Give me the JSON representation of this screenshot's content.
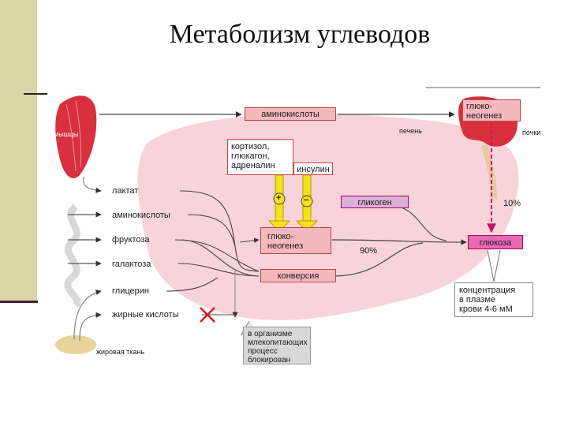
{
  "title": "Метаболизм углеводов",
  "organs": {
    "muscle": "мышцы",
    "liver": "печень",
    "kidneys": "почки",
    "adipose": "жировая ткань"
  },
  "boxes": {
    "amino_top": "аминокислоты",
    "gluconeo_kidney": "глюко-\nнеогенез",
    "hormones": "кортизол,\nглюкагон,\nадреналин",
    "insulin": "инсулин",
    "glycogen": "гликоген",
    "gluconeo_center": "глюко-\nнеогенез",
    "conversion": "конверсия",
    "glucose": "глюкоза",
    "concentration": "концентрация\nв плазме\nкрови 4-6 мМ",
    "blocked": "в организме\nмлекопитающих\nпроцесс\nблокирован"
  },
  "sources": [
    "лактат",
    "аминокислоты",
    "фруктоза",
    "галактоза",
    "глицерин",
    "жирные кислоты"
  ],
  "percents": {
    "p10": "10%",
    "p90": "90%"
  },
  "signs": {
    "plus": "+",
    "minus": "−"
  },
  "colors": {
    "arrow_yellow": "#f3e21a",
    "liver_pink": "#f5c9cf",
    "glucose_magenta": "#e56ab8"
  }
}
